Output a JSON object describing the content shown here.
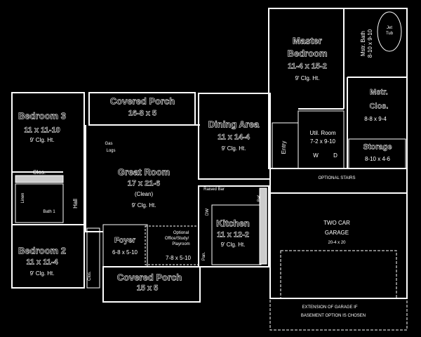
{
  "rooms": {
    "bedroom3": {
      "name": "Bedroom 3",
      "size": "11 x 11-10",
      "ceiling": "9' Clg. Ht."
    },
    "porch_top": {
      "name": "Covered Porch",
      "size": "16-8 x 5"
    },
    "gas_logs": {
      "line1": "Gas",
      "line2": "Logs"
    },
    "great_room": {
      "name": "Great Room",
      "size": "17 x 21-6",
      "note": "(Clean)",
      "ceiling": "9' Clg. Ht."
    },
    "dining": {
      "name": "Dining Area",
      "size": "11 x 14-4",
      "ceiling": "9' Clg. Ht."
    },
    "master": {
      "name1": "Master",
      "name2": "Bedroom",
      "size": "11-4 x 15-2",
      "ceiling": "9' Clg. Ht."
    },
    "master_bath": {
      "name": "Mstr. Bath",
      "size": "8-10 x 9-10"
    },
    "jet_tub": {
      "line1": "Jet",
      "line2": "Tub"
    },
    "master_closet": {
      "name1": "Mstr.",
      "name2": "Clos.",
      "size": "8-8 x 9-4"
    },
    "utility": {
      "name": "Util. Room",
      "size": "7-2 x 9-10",
      "washer": "W",
      "dryer": "D"
    },
    "entry": {
      "name": "Entry"
    },
    "storage": {
      "name": "Storage",
      "size": "8-10 x 4-6"
    },
    "stairs": {
      "name": "OPTIONAL STAIRS"
    },
    "garage": {
      "name1": "TWO CAR",
      "name2": "GARAGE",
      "size": "20-4 x 20"
    },
    "garage_ext": {
      "line1": "EXTENSION OF GARAGE IF",
      "line2": "BASEMENT OPTION IS CHOSEN"
    },
    "kitchen": {
      "name": "Kitchen",
      "size": "11 x 12-2",
      "ceiling": "9' Clg. Ht.",
      "raised_bar": "Raised Bar",
      "ref": "Ref.",
      "pantry": "Pan.",
      "dw": "DW"
    },
    "office": {
      "line1": "Optional",
      "line2": "Office/Study/",
      "line3": "Playroom",
      "size": "7-8 x 5-10"
    },
    "foyer": {
      "name": "Foyer",
      "size": "6-8 x 5-10"
    },
    "porch_bottom": {
      "name": "Covered Porch",
      "size": "15 x 5"
    },
    "bedroom2": {
      "name": "Bedroom 2",
      "size": "11 x 11-4",
      "ceiling": "9' Clg. Ht."
    },
    "closet3": {
      "name": "Clos."
    },
    "bath1": {
      "name": "Bath 1"
    },
    "linen": {
      "name": "Linen"
    },
    "hall": {
      "name": "Hall"
    },
    "closet2": {
      "name": "Clos."
    }
  }
}
